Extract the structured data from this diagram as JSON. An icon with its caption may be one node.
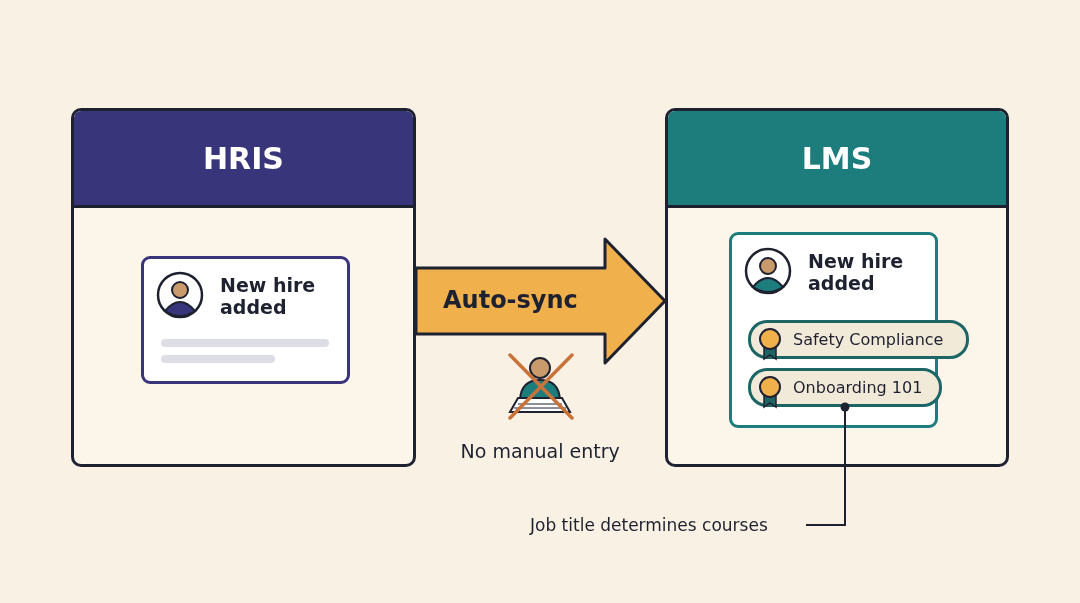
{
  "diagram": {
    "nodes": [
      {
        "text": [
          "HRIS"
        ]
      },
      {
        "text": [
          "New hire added"
        ],
        "in": 0
      },
      {
        "text": [
          "LMS"
        ]
      },
      {
        "text": [
          "New hire added"
        ],
        "in": 2
      },
      {
        "text": [
          "Safety Compliance"
        ],
        "in": 3
      },
      {
        "text": [
          "Onboarding 101"
        ],
        "in": 3
      },
      {
        "text": [
          "Job title determines courses"
        ]
      }
    ],
    "edges": [
      {
        "from": 0,
        "to": 2,
        "arrow": "to",
        "label": "Auto-sync",
        "style": "thick",
        "color": "#f0b04c"
      },
      {
        "from": 6,
        "to": 5,
        "arrow": "other"
      }
    ],
    "labels": [
      "No manual entry"
    ]
  }
}
